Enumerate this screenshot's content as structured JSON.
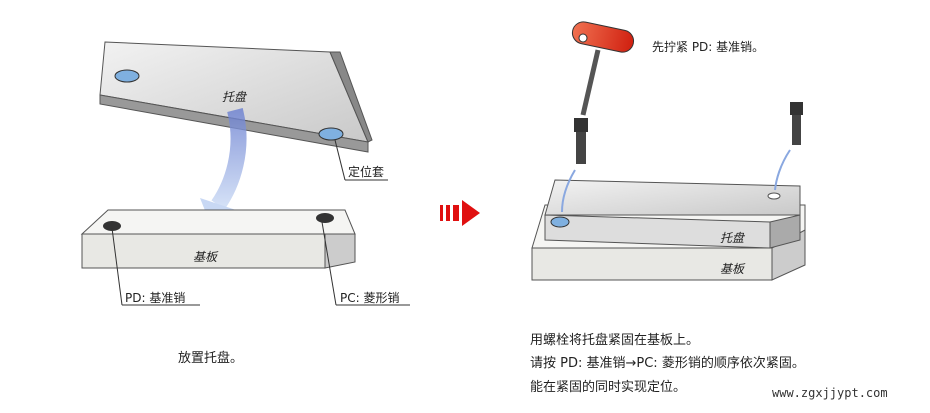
{
  "left": {
    "tray_label": "托盘",
    "bushing_label": "定位套",
    "base_label": "基板",
    "pd_label": "PD: 基准销",
    "pc_label": "PC: 菱形销",
    "caption": "放置托盘。"
  },
  "right": {
    "wrench_note": "先拧紧 PD: 基准销。",
    "tray_label": "托盘",
    "base_label": "基板",
    "lines": [
      "用螺栓将托盘紧固在基板上。",
      "请按 PD: 基准销→PC: 菱形销的顺序依次紧固。",
      "能在紧固的同时实现定位。"
    ]
  },
  "watermark": "www.zgxjjypt.com",
  "colors": {
    "arrow_red": "#e01010",
    "arrow_blue": "#8aa8e0",
    "wrench": "#e0452a"
  }
}
